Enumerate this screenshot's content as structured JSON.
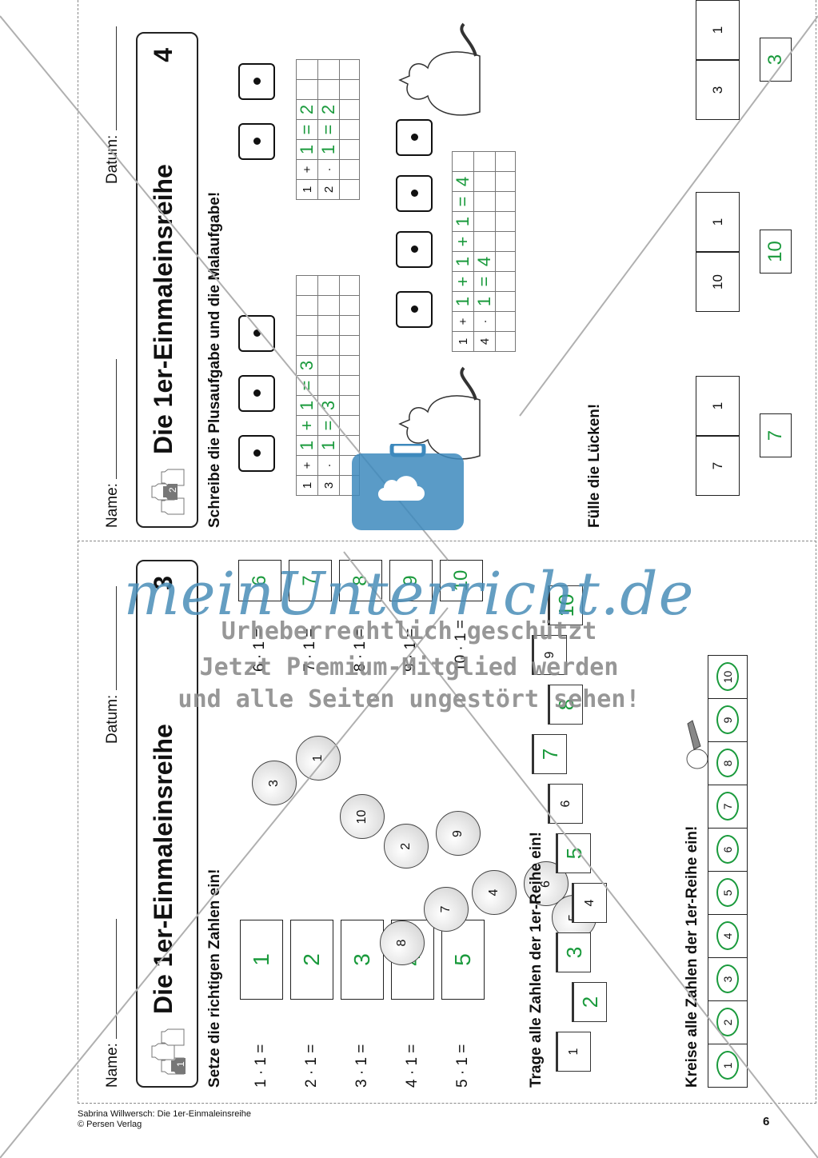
{
  "left_sheet": {
    "name_label": "Name:",
    "date_label": "Datum:",
    "title": "Die 1er-Einmaleinsreihe",
    "number": "3",
    "jar_badge": "1",
    "section1_heading": "Setze die richtigen Zahlen ein!",
    "equations_left": [
      {
        "expr": "1 · 1 =",
        "answer": "1"
      },
      {
        "expr": "2 · 1 =",
        "answer": "2"
      },
      {
        "expr": "3 · 1 =",
        "answer": "3"
      },
      {
        "expr": "4 · 1 =",
        "answer": "4"
      },
      {
        "expr": "5 · 1 =",
        "answer": "5"
      }
    ],
    "equations_right": [
      {
        "expr": "6 · 1 =",
        "answer": "6"
      },
      {
        "expr": "7 · 1 =",
        "answer": "7"
      },
      {
        "expr": "8 · 1 =",
        "answer": "8"
      },
      {
        "expr": "9 · 1 =",
        "answer": "9"
      },
      {
        "expr": "10 · 1 =",
        "answer": "10"
      }
    ],
    "snails": [
      "3",
      "1",
      "10",
      "2",
      "9",
      "7",
      "8",
      "4",
      "6",
      "5"
    ],
    "section2_heading": "Trage alle Zahlen der 1er-Reihe ein!",
    "cups": [
      {
        "value": "1",
        "filled": false
      },
      {
        "value": "2",
        "filled": true
      },
      {
        "value": "3",
        "filled": true
      },
      {
        "value": "4",
        "filled": false
      },
      {
        "value": "5",
        "filled": true
      },
      {
        "value": "6",
        "filled": false
      },
      {
        "value": "7",
        "filled": true
      },
      {
        "value": "8",
        "filled": true
      },
      {
        "value": "9",
        "filled": false
      },
      {
        "value": "10",
        "filled": true
      }
    ],
    "section3_heading": "Kreise alle Zahlen der 1er-Reihe ein!",
    "circle_row": [
      "1",
      "2",
      "3",
      "4",
      "5",
      "6",
      "7",
      "8",
      "9",
      "10"
    ]
  },
  "right_sheet": {
    "name_label": "Name:",
    "date_label": "Datum:",
    "title": "Die 1er-Einmaleinsreihe",
    "number": "4",
    "jar_badge": "2",
    "section1_heading": "Schreibe die Plusaufgabe und die Malaufgabe!",
    "grid_a": {
      "row1": [
        "1",
        "+",
        "1",
        "+",
        "1",
        "=",
        "3"
      ],
      "row2": [
        "3",
        "·",
        "1",
        "=",
        "3"
      ]
    },
    "grid_b": {
      "row1": [
        "1",
        "+",
        "1",
        "=",
        "2"
      ],
      "row2": [
        "2",
        "·",
        "1",
        "=",
        "2"
      ]
    },
    "grid_c": {
      "row1": [
        "1",
        "+",
        "1",
        "+",
        "1",
        "+",
        "1",
        "=",
        "4"
      ],
      "row2": [
        "4",
        "·",
        "1",
        "=",
        "4"
      ]
    },
    "section2_heading": "Fülle die Lücken!",
    "trees": [
      {
        "a": "7",
        "b": "1",
        "result": "7"
      },
      {
        "a": "10",
        "b": "1",
        "result": "10"
      },
      {
        "a": "3",
        "b": "1",
        "result": "3"
      }
    ]
  },
  "watermark": {
    "logo": "meinUnterricht.de",
    "line1": "Urheberrechtlich geschützt",
    "line2": "Jetzt Premium-Mitglied werden",
    "line3": "und alle Seiten ungestört sehen!"
  },
  "footer": {
    "line1": "Sabrina Willwersch: Die 1er-Einmaleinsreihe",
    "line2": "© Persen Verlag",
    "page": "6"
  }
}
